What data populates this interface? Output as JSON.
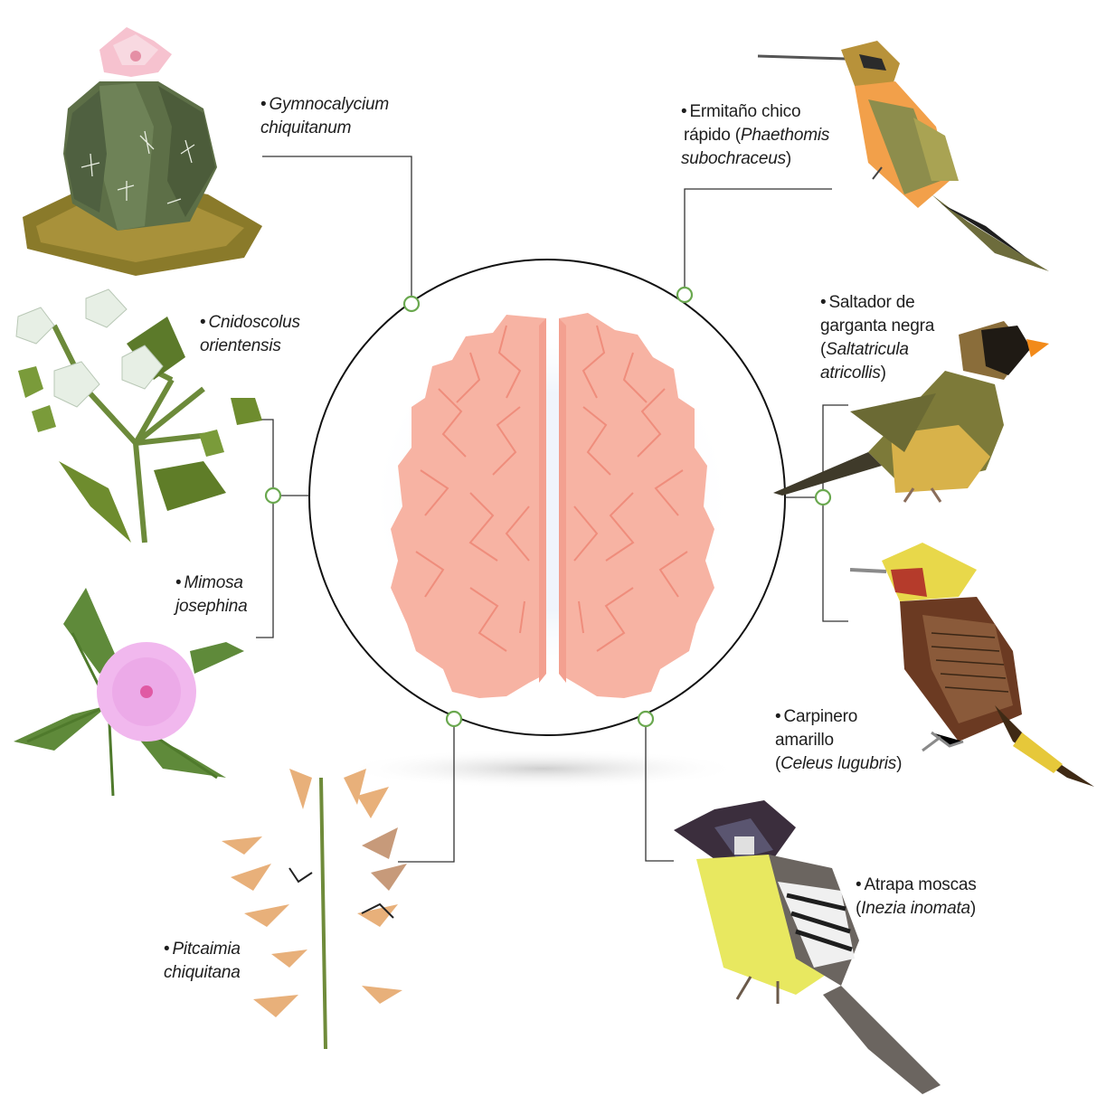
{
  "labels": {
    "gymnocalycium": {
      "name": "Gymnocalycium",
      "name2": "chiquitanum"
    },
    "cnidoscolus": {
      "name": "Cnidoscolus",
      "name2": "orientensis"
    },
    "mimosa": {
      "name": "Mimosa",
      "name2": "josephina"
    },
    "pitcairnia": {
      "name": "Pitcaimia",
      "name2": "chiquitana"
    },
    "ermitano": {
      "common1": "Ermitaño chico",
      "common2": "rápido",
      "sci1": "Phaethomis",
      "sci2": "subochraceus"
    },
    "saltador": {
      "common1": "Saltador de",
      "common2": "garganta negra",
      "sci1": "Saltatricula",
      "sci2": "atricollis"
    },
    "carpintero": {
      "common1": "Carpinero",
      "common2": "amarillo",
      "sci": "Celeus lugubris"
    },
    "atrapa": {
      "common": "Atrapa moscas",
      "sci": "Inezia inomata"
    }
  },
  "bullet": "•",
  "colors": {
    "connector_line": "#333333",
    "node_ring": "#6aa84f",
    "circle_stroke": "#111111",
    "brain": "#f7b3a3",
    "brain_fold": "#ef8d7c"
  },
  "icons": [
    "brain-icon",
    "cactus-icon",
    "cnidoscolus-flower-icon",
    "mimosa-flower-icon",
    "pitcairnia-plant-icon",
    "hermit-hummingbird-icon",
    "saltator-bird-icon",
    "woodpecker-icon",
    "flycatcher-icon"
  ]
}
